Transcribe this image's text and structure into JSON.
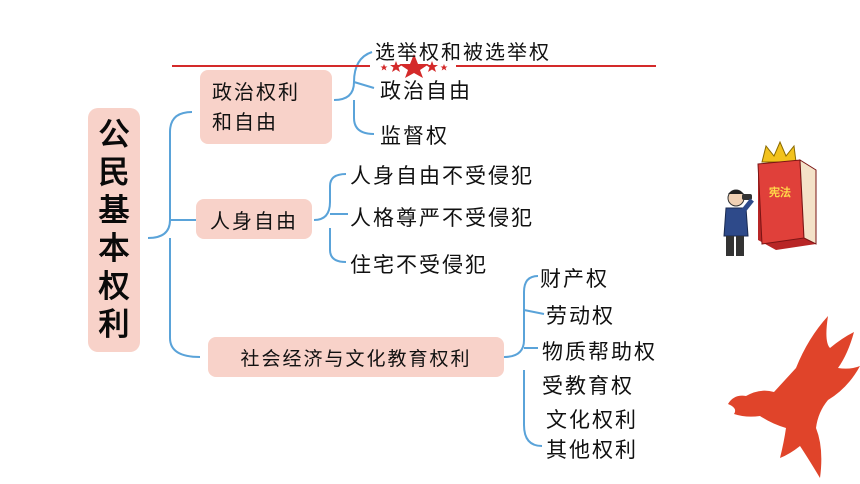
{
  "root": {
    "label_chars": [
      "公",
      "民",
      "基",
      "本",
      "权",
      "利"
    ]
  },
  "categories": [
    {
      "label_lines": [
        "政治权利",
        "和自由"
      ],
      "items": [
        "选举权和被选举权",
        "政治自由",
        "监督权"
      ]
    },
    {
      "label": "人身自由",
      "items": [
        "人身自由不受侵犯",
        "人格尊严不受侵犯",
        "住宅不受侵犯"
      ]
    },
    {
      "label": "社会经济与文化教育权利",
      "items": [
        "财产权",
        "劳动权",
        "物质帮助权",
        "受教育权",
        "文化权利",
        "其他权利"
      ]
    }
  ],
  "illustration": {
    "book_text": "宪法"
  },
  "colors": {
    "box_fill": "#f8d2c9",
    "bracket_line": "#5aa3d9",
    "decor_red": "#d42a2a",
    "book_red": "#e0403a",
    "bird_red": "#e0442a"
  }
}
